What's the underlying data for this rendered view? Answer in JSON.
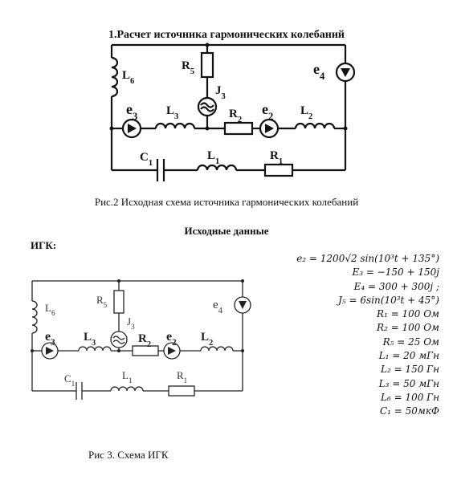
{
  "title": "1.Расчет источника гармонических колебаний",
  "figure1": {
    "caption": "Рис.2 Исходная схема источника гармонических колебаний",
    "labels": {
      "L6": "L6",
      "R5": "R5",
      "J3": "J3",
      "e4": "e4",
      "e3": "e3",
      "L3": "L3",
      "R2": "R2",
      "e2": "e2",
      "L2": "L2",
      "C1": "C1",
      "L1": "L1",
      "R1": "R1"
    }
  },
  "subtitle": "Исходные данные",
  "igk_label": "ИГК:",
  "figure2": {
    "caption": "Рис 3. Схема ИГК"
  },
  "parameters": [
    "e₂ = 1200√2 sin(10³t + 135°)",
    "E₃ = −150 + 150j",
    "E₄ = 300 + 300j ;",
    "J₅ = 6sin(10³t + 45°)",
    "R₁ = 100 Ом",
    "R₂ = 100 Ом",
    "R₅ = 25 Ом",
    "L₁ = 20 мГн",
    "L₂ = 150 Гн",
    "L₃ = 50 мГн",
    "L₆ = 100 Гн",
    "C₁ = 50мкФ"
  ]
}
